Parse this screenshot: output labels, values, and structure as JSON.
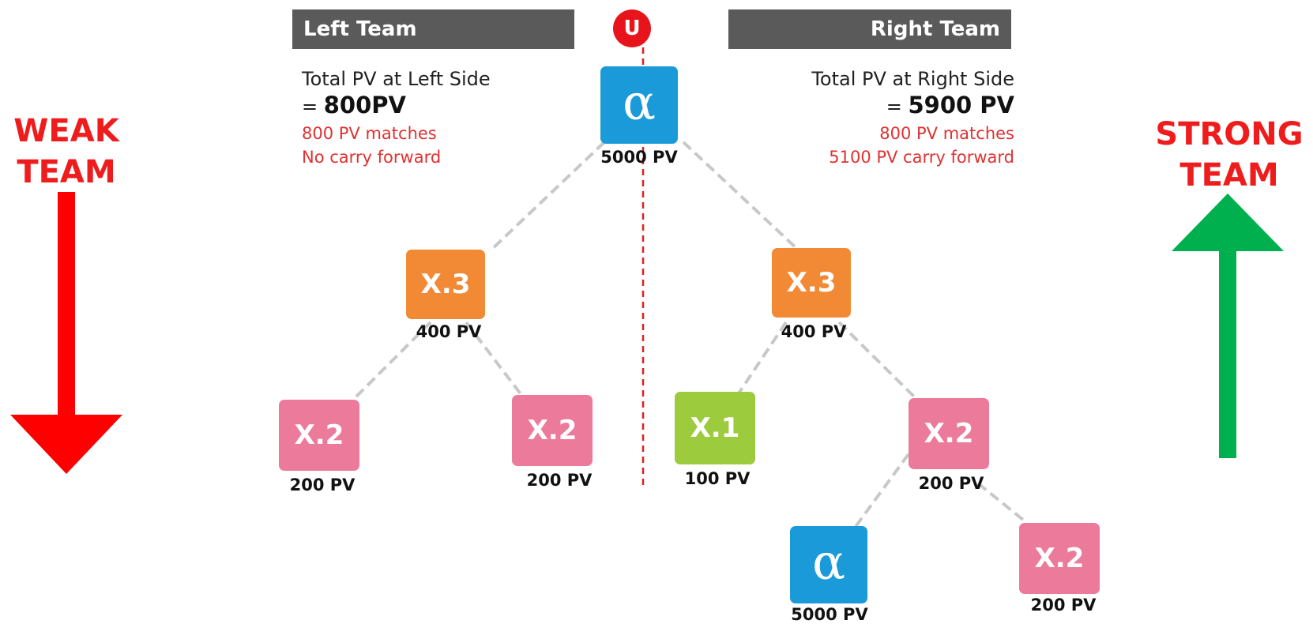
{
  "headers": {
    "left": "Left Team",
    "right": "Right Team",
    "root_badge": "U"
  },
  "left_summary": {
    "line1": "Total PV at Left Side",
    "total_prefix": "= ",
    "total_value": "800PV",
    "note1": "800 PV matches",
    "note2": "No carry forward"
  },
  "right_summary": {
    "line1": "Total PV at Right Side",
    "total_prefix": "= ",
    "total_value": "5900 PV",
    "note1": "800 PV matches",
    "note2": "5100 PV carry forward"
  },
  "side_labels": {
    "weak_line1": "WEAK",
    "weak_line2": "TEAM",
    "strong_line1": "STRONG",
    "strong_line2": "TEAM"
  },
  "nodes": {
    "root": {
      "label": "α",
      "pv": "5000 PV",
      "color": "#1a9ad8"
    },
    "left_x3": {
      "label": "X.3",
      "pv": "400 PV",
      "color": "#f28a35"
    },
    "left_x2_a": {
      "label": "X.2",
      "pv": "200 PV",
      "color": "#ec7b9b"
    },
    "left_x2_b": {
      "label": "X.2",
      "pv": "200 PV",
      "color": "#ec7b9b"
    },
    "right_x3": {
      "label": "X.3",
      "pv": "400 PV",
      "color": "#f28a35"
    },
    "right_x1": {
      "label": "X.1",
      "pv": "100 PV",
      "color": "#9ccb3e"
    },
    "right_x2": {
      "label": "X.2",
      "pv": "200 PV",
      "color": "#ec7b9b"
    },
    "right_alpha": {
      "label": "α",
      "pv": "5000 PV",
      "color": "#1a9ad8"
    },
    "right_x2_b": {
      "label": "X.2",
      "pv": "200 PV",
      "color": "#ec7b9b"
    }
  },
  "colors": {
    "header_bg": "#5a5a5a",
    "accent_red": "#e8141c",
    "weak_arrow": "#ff0000",
    "strong_arrow": "#00b04f",
    "connector": "#c8c8c8",
    "divider": "#e02020"
  }
}
